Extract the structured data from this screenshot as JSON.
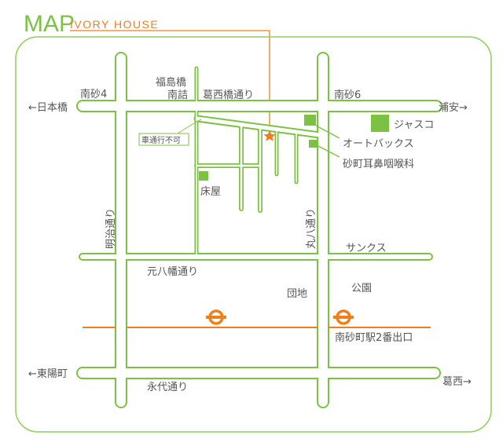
{
  "header": {
    "title": "MAP",
    "subtitle": "IVORY HOUSE"
  },
  "colors": {
    "road": "#7cc242",
    "accent": "#f07f1b",
    "text": "#555555"
  },
  "labels": {
    "minamisuna4": "南砂4",
    "fukushimabashi1": "福島橋",
    "fukushimabashi2": "南詰",
    "kasaibashi_dori": "葛西橋通り",
    "minamisuna6": "南砂6",
    "nihonbashi": "←日本橋",
    "urayasu": "浦安→",
    "no_cars": "車通行不可",
    "jusco": "ジャスコ",
    "autobacs": "オートバックス",
    "ent_clinic": "砂町耳鼻咽喉科",
    "barber": "床屋",
    "meiji_dori": "明治通り",
    "maruhachi_dori": "丸八通り",
    "sunkus": "サンクス",
    "motohachiman_dori": "元八幡通り",
    "danchi": "団地",
    "park": "公園",
    "station_exit": "南砂町駅2番出口",
    "toyocho": "←東陽町",
    "kasai": "葛西→",
    "eitai_dori": "永代通り"
  },
  "icons": [
    "star-icon",
    "subway-icon"
  ]
}
